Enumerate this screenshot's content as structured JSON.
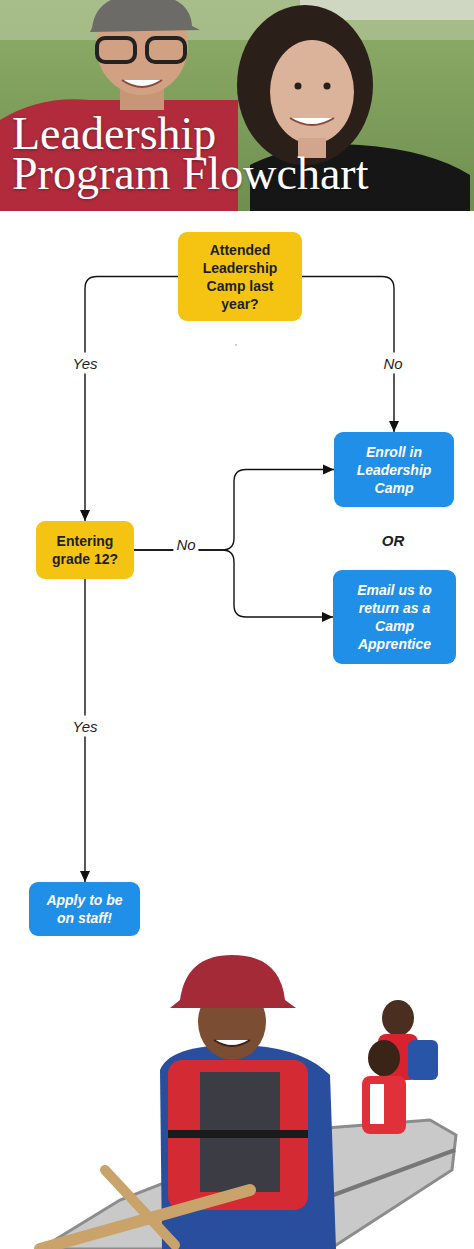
{
  "diagram": {
    "title": "Leadership Program Flowchart",
    "nodes": [
      {
        "text": [
          "Attended Leadership Camp last year?"
        ]
      },
      {
        "text": [
          "Enroll in Leadership Camp"
        ]
      },
      {
        "text": [
          "Entering grade 12?"
        ]
      },
      {
        "text": [
          "Email us to return as a Camp Apprentice"
        ]
      },
      {
        "text": [
          "Apply to be on staff!"
        ]
      }
    ],
    "edges": [
      {
        "from": 0,
        "to": 2,
        "label": "Yes",
        "arrow": "to"
      },
      {
        "from": 0,
        "to": 1,
        "label": "No",
        "arrow": "to"
      },
      {
        "from": 2,
        "to": 1,
        "label": "No",
        "arrow": "to"
      },
      {
        "from": 2,
        "to": 3,
        "arrow": "to"
      },
      {
        "from": 2,
        "to": 4,
        "label": "Yes",
        "arrow": "to"
      }
    ],
    "labels": [
      "OR"
    ]
  }
}
